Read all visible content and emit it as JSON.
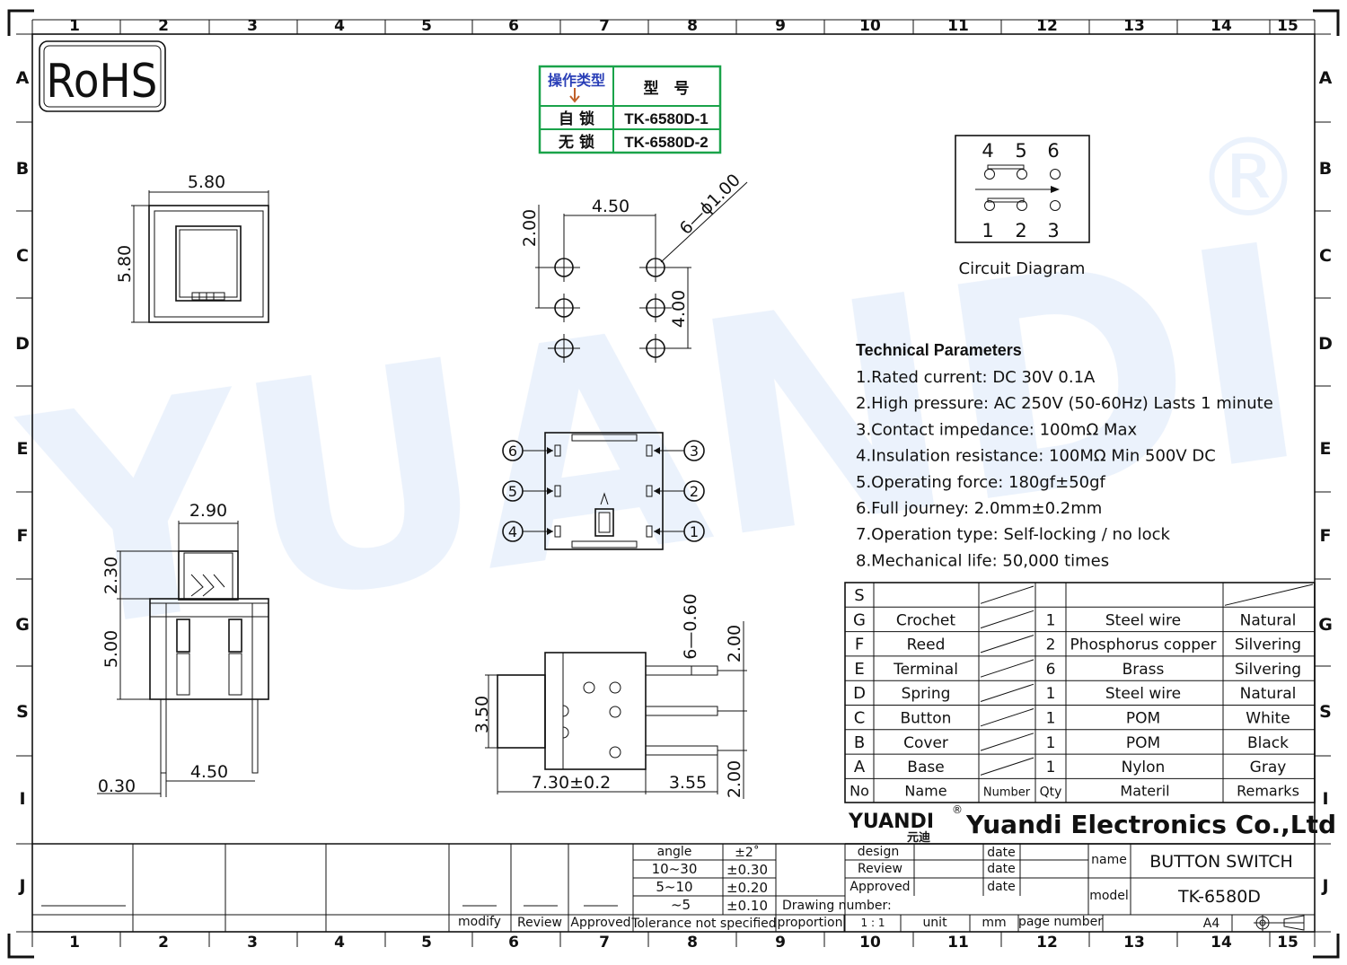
{
  "frame": {
    "col_labels": [
      "1",
      "2",
      "3",
      "4",
      "5",
      "6",
      "7",
      "8",
      "9",
      "10",
      "11",
      "12",
      "13",
      "14",
      "15"
    ],
    "row_labels_left": [
      "A",
      "B",
      "C",
      "D",
      "E",
      "F",
      "G",
      "S",
      "I",
      "J"
    ],
    "row_labels_right": [
      "A",
      "B",
      "C",
      "D",
      "E",
      "F",
      "G",
      "S",
      "I",
      "J"
    ]
  },
  "watermark": {
    "text": "YUANDI",
    "reg": "®"
  },
  "rohs": "RoHS",
  "model_table": {
    "h1": "操作类型",
    "h2": "型　号",
    "rows": [
      {
        "type": "自 锁",
        "model": "TK-6580D-1"
      },
      {
        "type": "无 锁",
        "model": "TK-6580D-2"
      }
    ]
  },
  "dims": {
    "top_w": "5.80",
    "top_h": "5.80",
    "pcb_pitch_x": "4.50",
    "pcb_pitch_y": "2.00",
    "pcb_pitch_y2": "4.00",
    "pcb_hole": "6—ϕ1.00",
    "side_w": "2.90",
    "side_h1": "2.30",
    "side_h2": "5.00",
    "side_pin": "0.30",
    "side_pitch": "4.50",
    "right_pin": "6—0.60",
    "right_len": "7.30±0.2",
    "right_h": "3.50",
    "right_pin_len": "3.55",
    "right_p1": "2.00",
    "right_p2": "2.00"
  },
  "pins": [
    "6",
    "5",
    "4",
    "3",
    "2",
    "1"
  ],
  "circuit": {
    "top": [
      "4",
      "5",
      "6"
    ],
    "bottom": [
      "1",
      "2",
      "3"
    ],
    "caption": "Circuit  Diagram"
  },
  "params": {
    "title": "Technical Parameters",
    "items": [
      "1.Rated current: DC 30V 0.1A",
      "2.High pressure: AC 250V  (50-60Hz)  Lasts 1 minute",
      "3.Contact impedance: 100mΩ Max",
      "4.Insulation resistance: 100MΩ Min 500V DC",
      "5.Operating force: 180gf±50gf",
      "6.Full journey: 2.0mm±0.2mm",
      "7.Operation type: Self-locking / no lock",
      "8.Mechanical life: 50,000 times"
    ]
  },
  "bom": {
    "rows": [
      {
        "no": "S",
        "name": "",
        "qty": "",
        "mat": "",
        "rem": ""
      },
      {
        "no": "G",
        "name": "Crochet",
        "qty": "1",
        "mat": "Steel wire",
        "rem": "Natural"
      },
      {
        "no": "F",
        "name": "Reed",
        "qty": "2",
        "mat": "Phosphorus copper",
        "rem": "Silvering"
      },
      {
        "no": "E",
        "name": "Terminal",
        "qty": "6",
        "mat": "Brass",
        "rem": "Silvering"
      },
      {
        "no": "D",
        "name": "Spring",
        "qty": "1",
        "mat": "Steel wire",
        "rem": "Natural"
      },
      {
        "no": "C",
        "name": "Button",
        "qty": "1",
        "mat": "POM",
        "rem": "White"
      },
      {
        "no": "B",
        "name": "Cover",
        "qty": "1",
        "mat": "POM",
        "rem": "Black"
      },
      {
        "no": "A",
        "name": "Base",
        "qty": "1",
        "mat": "Nylon",
        "rem": "Gray"
      }
    ],
    "header": {
      "no": "No",
      "name": "Name",
      "number": "Number",
      "qty": "Qty",
      "mat": "Materil",
      "rem": "Remarks"
    }
  },
  "company": {
    "logo": "YUANDI",
    "logo_cn": "元迪",
    "reg": "®",
    "name": "Yuandi Electronics Co.,Ltd"
  },
  "title_block": {
    "angle": "angle",
    "angle_tol": "±2˚",
    "r1": "10~30",
    "r1_tol": "±0.30",
    "r2": "5~10",
    "r2_tol": "±0.20",
    "r3": "~5",
    "r3_tol": "±0.10",
    "modify": "modify",
    "review": "Review",
    "approved": "Approved",
    "tol_note": "Tolerance not specified",
    "design": "design",
    "review2": "Review",
    "approved2": "Approved",
    "date": "date",
    "drawing_number": "Drawing number:",
    "proportion": "proportion",
    "ratio": "1 : 1",
    "unit": "unit",
    "mm": "mm",
    "page_number": "page number",
    "a4": "A4",
    "name_label": "name",
    "name_value": "BUTTON SWITCH",
    "model_label": "model",
    "model_value": "TK-6580D"
  }
}
